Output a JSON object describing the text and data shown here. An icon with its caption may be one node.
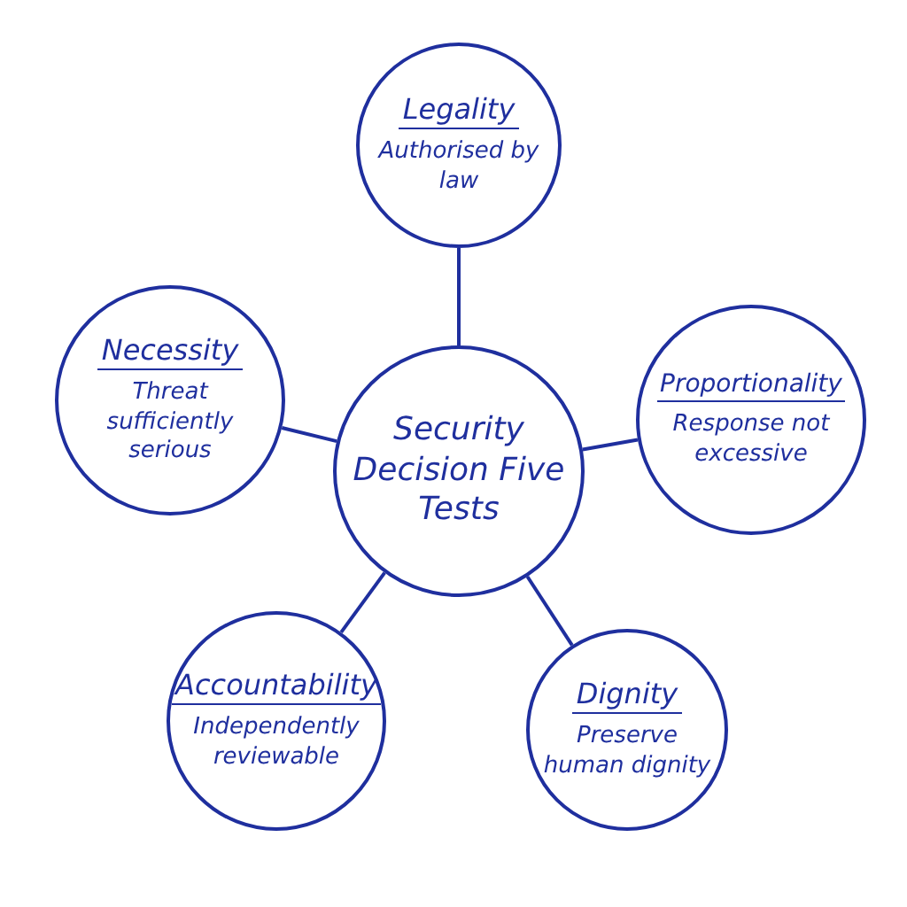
{
  "diagram": {
    "nodes": [
      {
        "text": [
          "Security Decision Five Tests"
        ]
      },
      {
        "text": [
          "Legality",
          "Authorised by law"
        ]
      },
      {
        "text": [
          "Proportionality",
          "Response not excessive"
        ]
      },
      {
        "text": [
          "Dignity",
          "Preserve human dignity"
        ]
      },
      {
        "text": [
          "Accountability",
          "Independently reviewable"
        ]
      },
      {
        "text": [
          "Necessity",
          "Threat sufficiently serious"
        ]
      }
    ],
    "edges": [
      {
        "from": 0,
        "to": 1,
        "arrow": "none"
      },
      {
        "from": 0,
        "to": 2,
        "arrow": "none"
      },
      {
        "from": 0,
        "to": 3,
        "arrow": "none"
      },
      {
        "from": 0,
        "to": 4,
        "arrow": "none"
      },
      {
        "from": 0,
        "to": 5,
        "arrow": "none"
      }
    ]
  }
}
